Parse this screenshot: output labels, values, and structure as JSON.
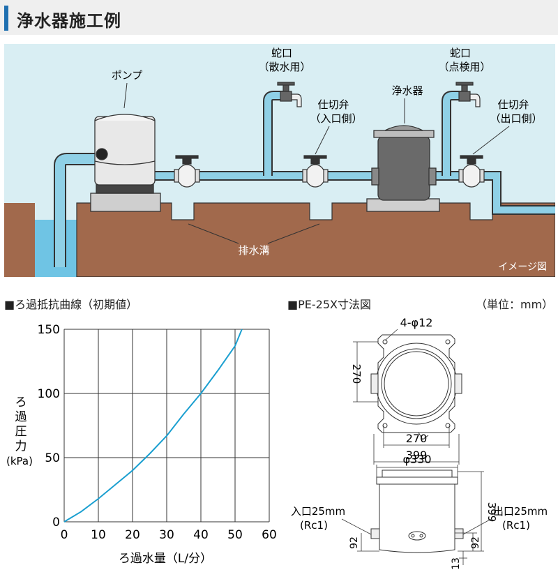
{
  "header": {
    "title": "浄水器施工例"
  },
  "scene": {
    "labels": {
      "pump": "ポンプ",
      "faucet1_line1": "蛇口",
      "faucet1_line2": "（散水用）",
      "valve_in_line1": "仕切弁",
      "valve_in_line2": "（入口側）",
      "purifier": "浄水器",
      "faucet2_line1": "蛇口",
      "faucet2_line2": "（点検用）",
      "valve_out_line1": "仕切弁",
      "valve_out_line2": "（出口側）",
      "drain": "排水溝",
      "image_note": "イメージ図"
    },
    "colors": {
      "sky": "#d9eef3",
      "ground": "#a1694c",
      "pipe": "#8fd0e6",
      "water": "#6fc4e4"
    }
  },
  "chart_section": {
    "title": "■ろ過抵抗曲線（初期値）"
  },
  "dims_section": {
    "title": "■PE-25X寸法図",
    "unit": "（単位：mm）"
  },
  "chart_data": {
    "type": "line",
    "title": "ろ過抵抗曲線（初期値）",
    "xlabel": "ろ過水量（L/分）",
    "ylabel_lines": [
      "ろ",
      "過",
      "圧",
      "力",
      "(kPa)"
    ],
    "xlim": [
      0,
      60
    ],
    "ylim": [
      0,
      150
    ],
    "xticks": [
      0,
      10,
      20,
      30,
      40,
      50,
      60
    ],
    "yticks": [
      0,
      50,
      100,
      150
    ],
    "grid": true,
    "color": "#1a9fd0",
    "x": [
      0,
      5,
      10,
      15,
      20,
      25,
      30,
      35,
      40,
      45,
      50,
      52
    ],
    "y": [
      0,
      8,
      18,
      29,
      40,
      53,
      67,
      84,
      100,
      118,
      137,
      150
    ]
  },
  "dimensions": {
    "bolt_holes": "4-φ12",
    "height_top": "270",
    "width_inner": "270",
    "width_outer": "399",
    "diameter": "φ330",
    "total_height": "399",
    "inlet_line1": "入口25mm",
    "inlet_line2": "(Rc1)",
    "outlet_line1": "出口25mm",
    "outlet_line2": "(Rc1)",
    "port_height_left": "92",
    "port_height_right": "92",
    "base_height": "13"
  }
}
